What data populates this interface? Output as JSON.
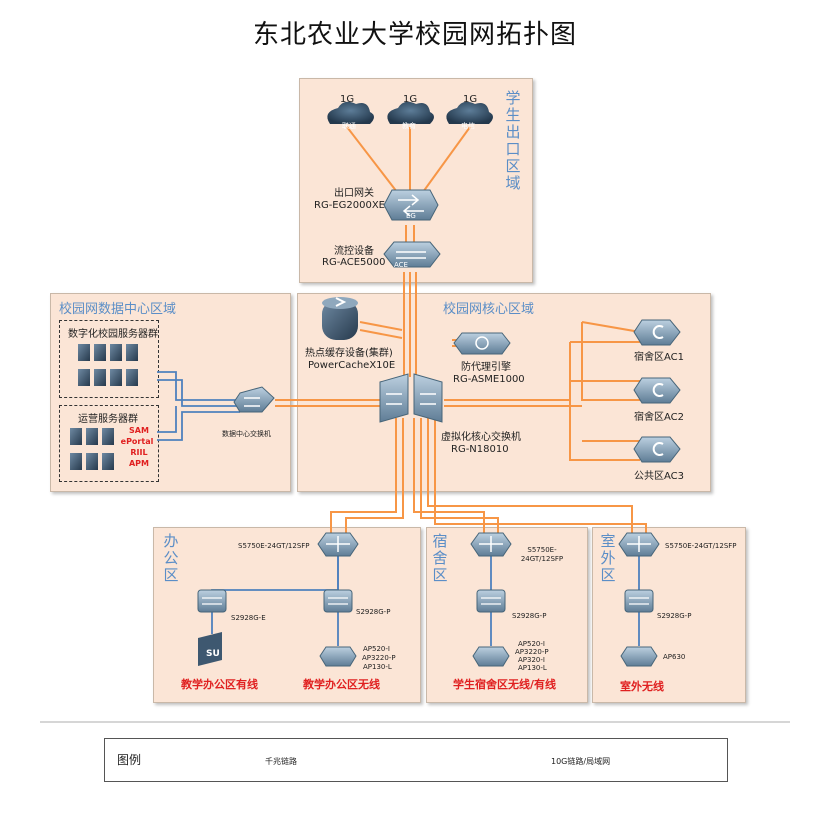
{
  "title": "东北农业大学校园网拓扑图",
  "zones": {
    "exit": "学生出口区域",
    "datacenter": "校园网数据中心区域",
    "core": "校园网核心区域",
    "office": "办公区",
    "dorm": "宿舍区",
    "outdoor": "室外区"
  },
  "isps": [
    {
      "bandwidth": "1G",
      "name": "联通"
    },
    {
      "bandwidth": "1G",
      "name": "教育"
    },
    {
      "bandwidth": "1G",
      "name": "电信"
    }
  ],
  "devices": {
    "eg_role": "出口网关",
    "eg_model": "RG-EG2000XE",
    "eg_tag": "EG",
    "ace_role": "流控设备",
    "ace_model": "RG-ACE5000",
    "ace_tag": "ACE",
    "cache_role": "热点缓存设备(集群)",
    "cache_model": "PowerCacheX10E",
    "asme_role": "防代理引擎",
    "asme_model": "RG-ASME1000",
    "core_role": "虚拟化核心交换机",
    "core_model": "RG-N18010",
    "dc_switch": "数据中心交换机",
    "ac1": "宿舍区AC1",
    "ac2": "宿舍区AC2",
    "ac3": "公共区AC3"
  },
  "server_groups": {
    "digital": "数字化校园服务器群",
    "ops": "运营服务器群",
    "ops_items": [
      "SAM",
      "ePortal",
      "RIIL",
      "APM"
    ]
  },
  "access": {
    "office_agg": "S5750E-24GT/12SFP",
    "office_sw_left": "S2928G-E",
    "office_sw_right": "S2928G-P",
    "office_ap": [
      "AP520-I",
      "AP3220-P",
      "AP130-L"
    ],
    "office_su": "SU",
    "office_wired": "教学办公区有线",
    "office_wireless": "教学办公区无线",
    "dorm_agg": "S5750E-24GT/12SFP",
    "dorm_sw": "S2928G-P",
    "dorm_ap": [
      "AP520-I",
      "AP3220-P",
      "AP320-I",
      "AP130-L"
    ],
    "dorm_label": "学生宿舍区无线/有线",
    "outdoor_agg": "S5750E-24GT/12SFP",
    "outdoor_sw": "S2928G-P",
    "outdoor_ap": "AP630",
    "outdoor_label": "室外无线"
  },
  "legend": {
    "title": "图例",
    "gigabit": "千兆链路",
    "tengig": "10G链路/局域网"
  },
  "colors": {
    "gigabit_link": "#4f81bd",
    "tengig_link": "#f79646",
    "zone_fill": "#fbe5d6",
    "zone_label": "#5b8ec7",
    "highlight_text": "#e02020"
  }
}
